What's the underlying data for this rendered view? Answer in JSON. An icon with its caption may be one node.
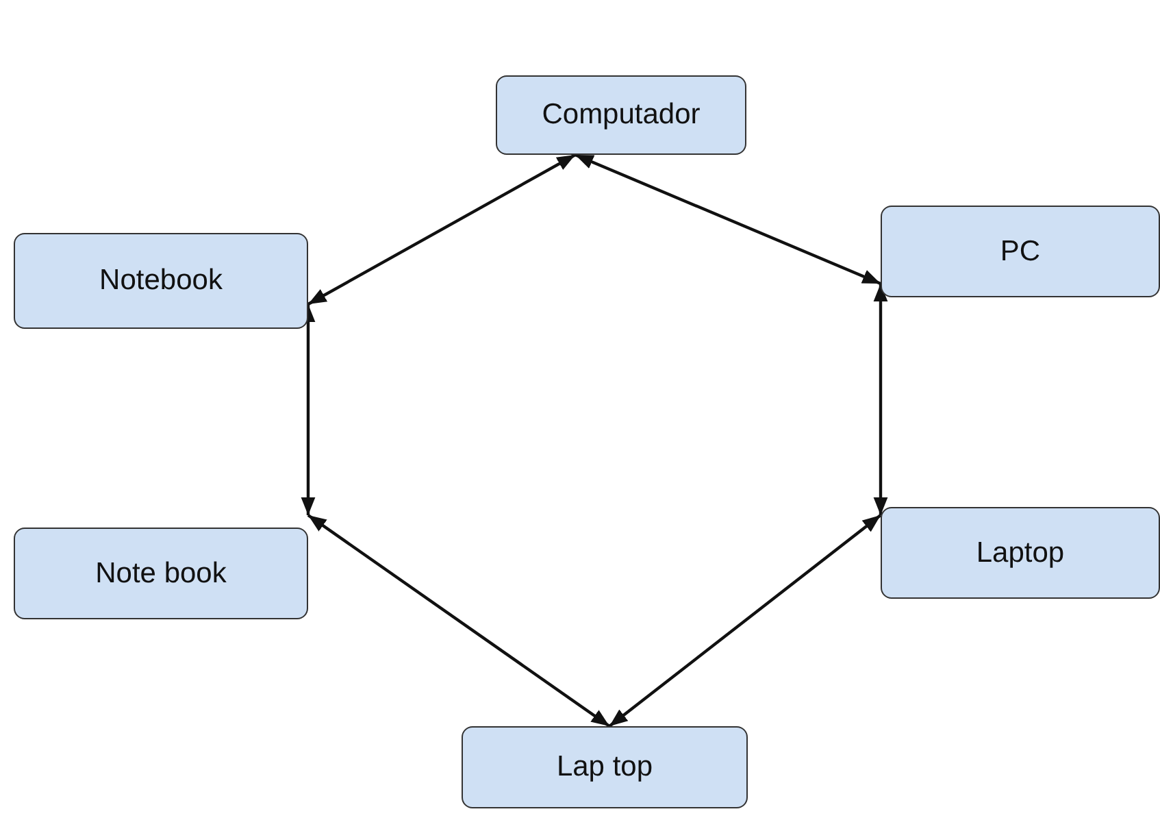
{
  "diagram": {
    "nodes": [
      {
        "text": [
          "Computador"
        ]
      },
      {
        "text": [
          "PC"
        ]
      },
      {
        "text": [
          "Notebook"
        ]
      },
      {
        "text": [
          "Note book"
        ]
      },
      {
        "text": [
          "Laptop"
        ]
      },
      {
        "text": [
          "Lap top"
        ]
      }
    ],
    "edges": [
      {
        "from": 0,
        "to": 1,
        "arrow": "both"
      },
      {
        "from": 1,
        "to": 4,
        "arrow": "both"
      },
      {
        "from": 4,
        "to": 5,
        "arrow": "both"
      },
      {
        "from": 5,
        "to": 3,
        "arrow": "both"
      },
      {
        "from": 3,
        "to": 2,
        "arrow": "both"
      },
      {
        "from": 2,
        "to": 0,
        "arrow": "both"
      }
    ]
  }
}
